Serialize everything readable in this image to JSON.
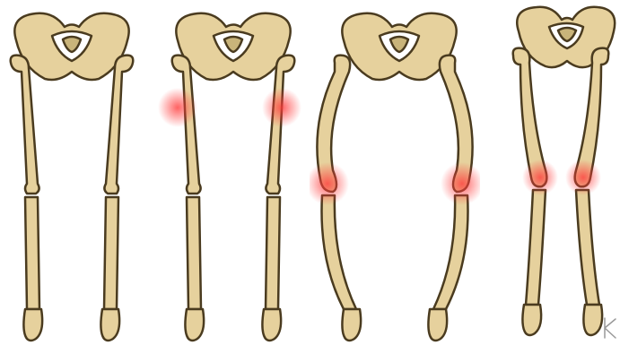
{
  "image": {
    "subject": "skeletal-legs-comparison",
    "figures": [
      {
        "id": "normal",
        "highlight": "none"
      },
      {
        "id": "hip-pain",
        "highlight": "hip"
      },
      {
        "id": "bow-legs",
        "highlight": "knee"
      },
      {
        "id": "knock-knees",
        "highlight": "knee"
      }
    ],
    "colors": {
      "bone": "#e6d19d",
      "bone_shadow": "#c9b47a",
      "outline": "#4a3b1f",
      "inflammation": "#ff3b3b"
    },
    "signature_text": "K"
  }
}
